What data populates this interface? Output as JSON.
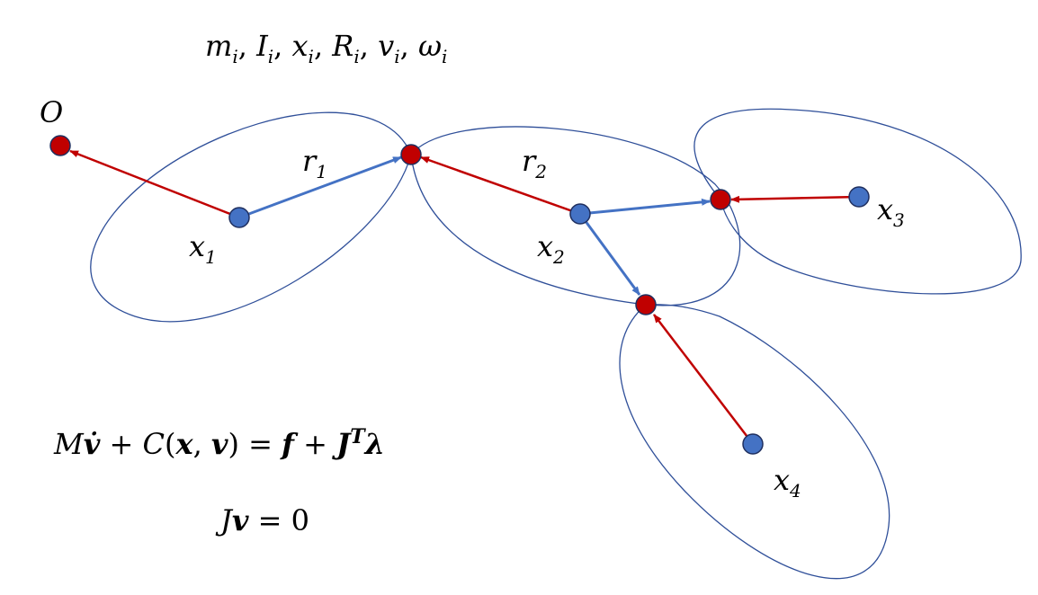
{
  "title_params": {
    "items": [
      {
        "base": "m",
        "sub": "i"
      },
      {
        "base": "I",
        "sub": "i"
      },
      {
        "base": "x",
        "sub": "i"
      },
      {
        "base": "R",
        "sub": "i"
      },
      {
        "base": "v",
        "sub": "i"
      },
      {
        "base": "ω",
        "sub": "i"
      }
    ],
    "separator": ", "
  },
  "origin_label": "O",
  "bodies": [
    {
      "base": "x",
      "sub": "1"
    },
    {
      "base": "x",
      "sub": "2"
    },
    {
      "base": "x",
      "sub": "3"
    },
    {
      "base": "x",
      "sub": "4"
    }
  ],
  "vectors": [
    {
      "base": "r",
      "sub": "1"
    },
    {
      "base": "r",
      "sub": "2"
    }
  ],
  "equations": {
    "eq1": {
      "M": "M",
      "vdot": "v̇",
      "plus1": " + ",
      "C": "C",
      "open": "(",
      "x": "x",
      "comma": ", ",
      "v": "v",
      "close": ")",
      "eq": " = ",
      "f": "f",
      "plus2": " + ",
      "J": "J",
      "T": "T",
      "lambda": "λ"
    },
    "eq2": {
      "J": "J",
      "v": "v",
      "rest": " = 0"
    }
  },
  "colors": {
    "blob": "#2F4F99",
    "joint": "#C00000",
    "com": "#4472C4",
    "outline": "#1F2F5F"
  }
}
